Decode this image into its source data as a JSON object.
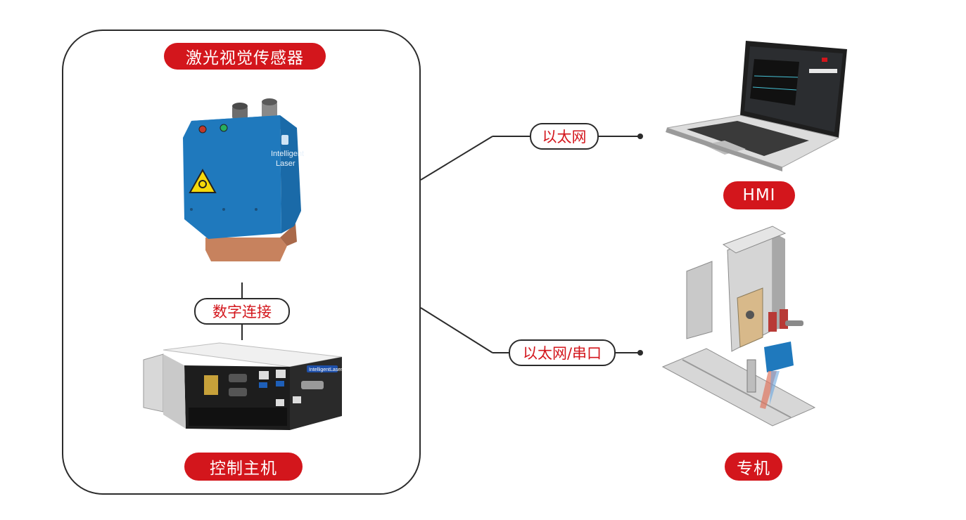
{
  "labels": {
    "sensor": "激光视觉传感器",
    "digital_link": "数字连接",
    "host": "控制主机",
    "ethernet": "以太网",
    "ethernet_serial": "以太网/串口",
    "hmi": "HMI",
    "special_machine": "专机"
  },
  "device_text": {
    "sensor_brand_line1": "Intelligent",
    "sensor_brand_line2": "Laser",
    "host_brand": "IntelligentLaser"
  },
  "colors": {
    "accent_red": "#d3161c",
    "sensor_blue": "#1f79bd",
    "line": "#2b2b2b"
  }
}
